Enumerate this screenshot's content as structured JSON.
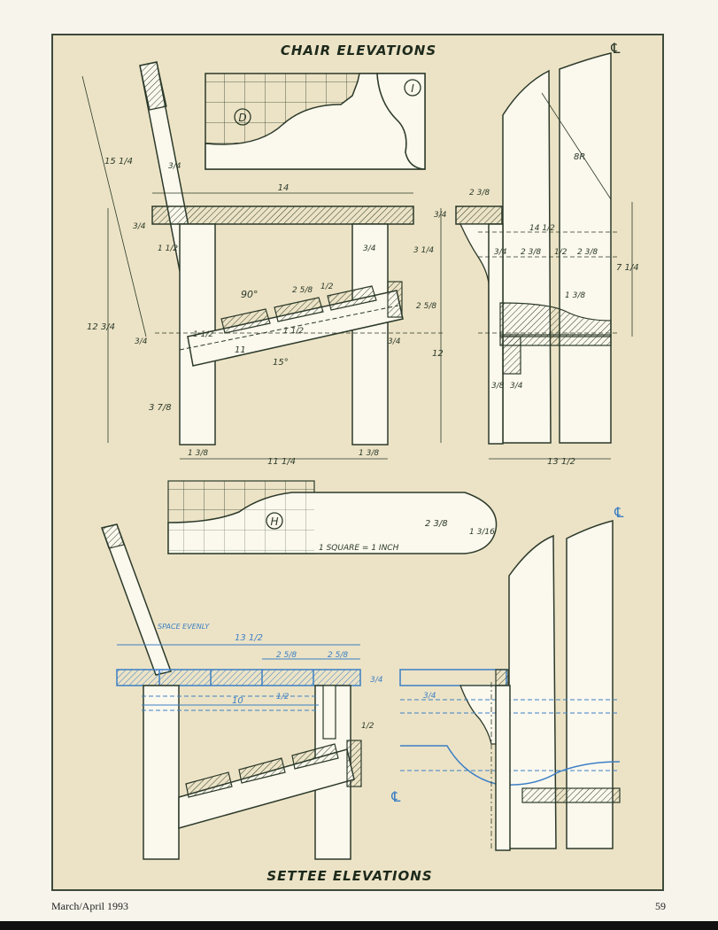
{
  "titles": {
    "top": "CHAIR ELEVATIONS",
    "bottom": "SETTEE ELEVATIONS"
  },
  "pattern_labels": {
    "d": "D",
    "i": "I",
    "h": "H"
  },
  "scale_note": "1 SQUARE = 1 INCH",
  "dims": {
    "back_length": "15 1/4",
    "back_thick": "3/4",
    "seat_depth": "14",
    "arm_thick": "3/4",
    "front_leg_off": "1 1/2",
    "height_total": "12 3/4",
    "right_arm": "3/4",
    "rail_drop": "3 1/4",
    "slat_width": "2 5/8",
    "slat_gap": "1/2",
    "angle": "90°",
    "rail_w": "2 5/8",
    "seat_dim_a": "1 1/2",
    "seat_dim_b": "1 1/2",
    "seat_dim_c": "3/4",
    "rail_len": "11",
    "angle_seat": "15°",
    "back_leg_h": "12",
    "leg_low": "3 7/8",
    "rail_thick": "3/4",
    "leg_w_left": "1 3/8",
    "leg_span": "11 1/4",
    "leg_w_right": "1 3/8",
    "side_arm_w": "2 3/8",
    "side_radius": "8R",
    "side_span": "14 1/2",
    "side_a": "3/4",
    "side_b": "2 3/8",
    "side_c": "1/2",
    "side_d": "2 3/8",
    "side_h": "7 1/4",
    "side_e": "1 3/8",
    "side_f": "3/8",
    "side_g": "3/4",
    "side_base": "13 1/2",
    "arm_w": "2 3/8",
    "arm_r": "1 3/16",
    "settee_span": "13 1/2",
    "settee_space": "SPACE EVENLY",
    "settee_slat_a": "2 5/8",
    "settee_slat_b": "2 5/8",
    "settee_thick": "3/4",
    "settee_gap": "1/2",
    "settee_rail": "10",
    "settee_leg": "1/2",
    "settee_side_thick": "3/4"
  },
  "centerline": "℄",
  "footer": {
    "left": "March/April 1993",
    "right": "59"
  },
  "colors": {
    "ink": "#2c3a2a",
    "paper": "#ece3c6",
    "blue": "#3d7fc4",
    "wood": "#ffffff"
  }
}
